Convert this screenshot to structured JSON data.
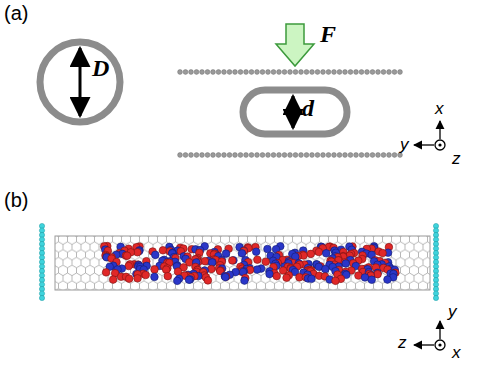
{
  "diagram": {
    "labels": [
      "(a)",
      "D",
      "F",
      "d",
      "x",
      "y",
      "z",
      "(b)",
      "y",
      "z",
      "x"
    ]
  }
}
